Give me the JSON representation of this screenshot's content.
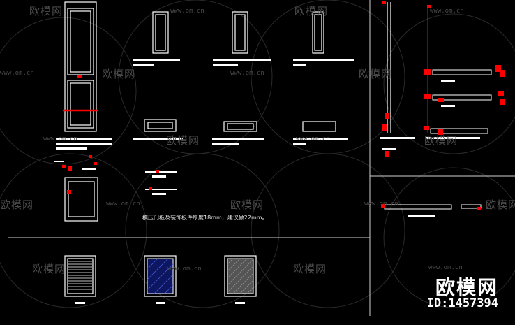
{
  "watermark": {
    "brand": "欧模网",
    "url": "www.om.cn"
  },
  "note_text": "模压门板及装饰板件厚度18mm，建议做22mm。",
  "logo": {
    "brand": "欧模网",
    "id": "ID:1457394"
  },
  "colors": {
    "background": "#000000",
    "line": "#ffffff",
    "accent": "#ff0000",
    "watermark": "#4a4a4a",
    "hatch": "#1a2a9a"
  }
}
